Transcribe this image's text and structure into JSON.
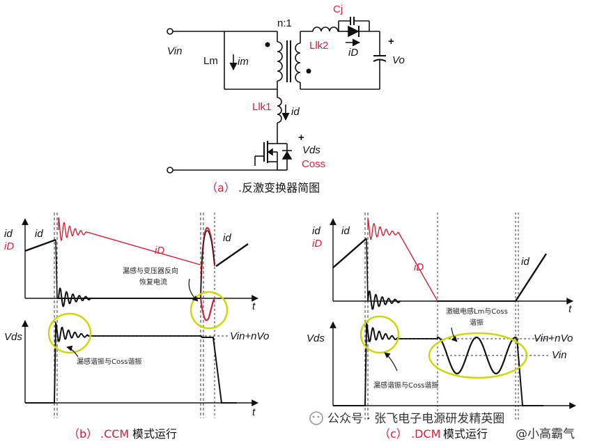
{
  "circuit": {
    "ratio": "n:1",
    "vin": "Vin",
    "lm": "Lm",
    "im": "im",
    "llk1": "Llk1",
    "llk2": "Llk2",
    "id": "id",
    "iD": "iD",
    "cj": "Cj",
    "plus1": "+",
    "plus2": "+",
    "vo": "Vo",
    "vds": "Vds",
    "coss": "Coss",
    "caption_a": "（a）",
    "caption_b": ".反激变换器简图"
  },
  "ccm": {
    "id_label": "id",
    "iD_label": "iD",
    "id_label2": "id",
    "iD_mid": "iD",
    "t1": "t",
    "vds_label": "Vds",
    "vin_nvo": "Vin+nVo",
    "note_resonance_line1": "漏感与变压器反向",
    "note_resonance_line2": "恢复电流",
    "note_coss": "漏感谐振与Coss谐振",
    "t2": "t",
    "caption_a": "（b）",
    "caption_b": ".CCM",
    "caption_c": "模式运行"
  },
  "dcm": {
    "id_label": "id",
    "iD_label": "iD",
    "iD_mid": "iD",
    "id_right": "id",
    "t1": "t",
    "note_lm_line1": "激磁电感Lm与Coss",
    "note_lm_line2": "谐振",
    "vds_label": "Vds",
    "vin_nvo": "Vin+nVo",
    "vin": "Vin",
    "note_coss": "漏感谐振与Coss谐振",
    "caption_a": "（c）",
    "caption_b": ".DCM",
    "caption_c": "模式运行"
  },
  "watermark": {
    "line1": "公众号 · 张飞电子电源研发精英圈",
    "line2": "@小高霸气"
  },
  "colors": {
    "ink": "#111111",
    "red": "#d0213a",
    "highlight": "#c8d800",
    "dashed": "#333333"
  }
}
